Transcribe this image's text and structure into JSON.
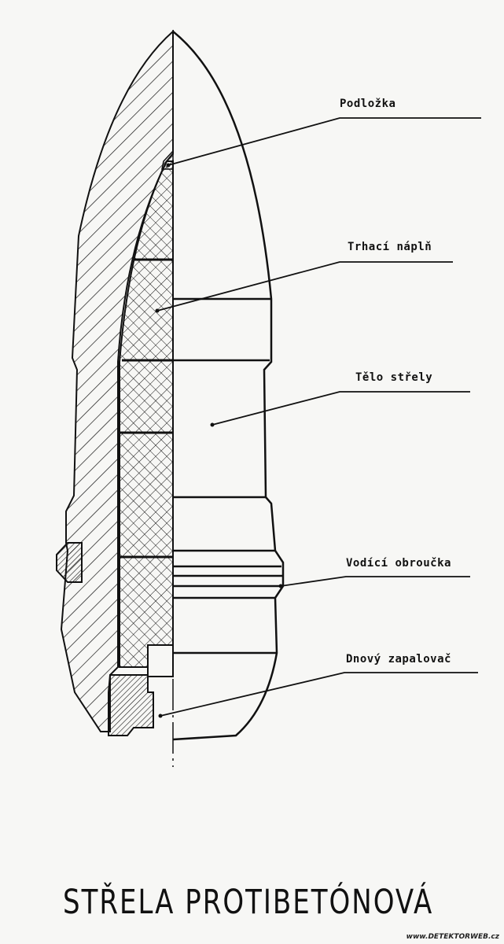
{
  "title": "STŘELA PROTIBETÓNOVÁ",
  "labels": {
    "podlozka": "Podložka",
    "trhaci_napln": "Trhací náplň",
    "telo_strely": "Tělo střely",
    "vodici_obroucka": "Vodící obroučka",
    "dnovy_zapalovac": "Dnový zapalovač"
  },
  "watermark": "www.DETEKTORWEB.cz"
}
